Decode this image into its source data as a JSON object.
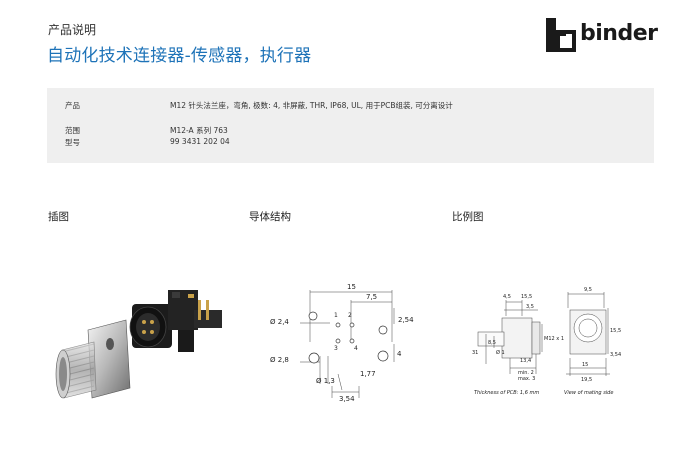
{
  "header": {
    "doc_type": "产品说明",
    "title": "自动化技术连接器-传感器，执行器",
    "logo_text": "binder"
  },
  "info_rows": [
    {
      "label": "产品",
      "value": "M12 针头法兰座，弯角, 极数: 4, 非屏蔽, THR, IP68, UL, 用于PCB组装, 可分离设计"
    },
    {
      "label": "范围",
      "value": "M12-A 系列 763"
    },
    {
      "label": "型号",
      "value": "99 3431 202 04"
    }
  ],
  "sections": {
    "illustration": "插图",
    "conductor": "导体结构",
    "drawing": "比例图"
  },
  "conductor_diagram": {
    "dims": [
      "15",
      "7,5",
      "2,54",
      "Ø 2,4",
      "Ø 2,8",
      "Ø 1,3",
      "1,77",
      "3,54",
      "4"
    ],
    "pins": [
      "1",
      "2",
      "3",
      "4"
    ]
  },
  "scale_drawing": {
    "dims": [
      "4,5",
      "15,5",
      "3,5",
      "M12 x 1",
      "Ø 1",
      "31",
      "8,5",
      "13,4",
      "min. 2",
      "max. 3",
      "15",
      "19,5",
      "9,5",
      "15,5",
      "3,54"
    ],
    "notes": [
      "Thickness of PCB: 1,6 mm",
      "View of mating side"
    ]
  },
  "colors": {
    "title_blue": "#1e73b8",
    "info_bg": "#efefef"
  }
}
